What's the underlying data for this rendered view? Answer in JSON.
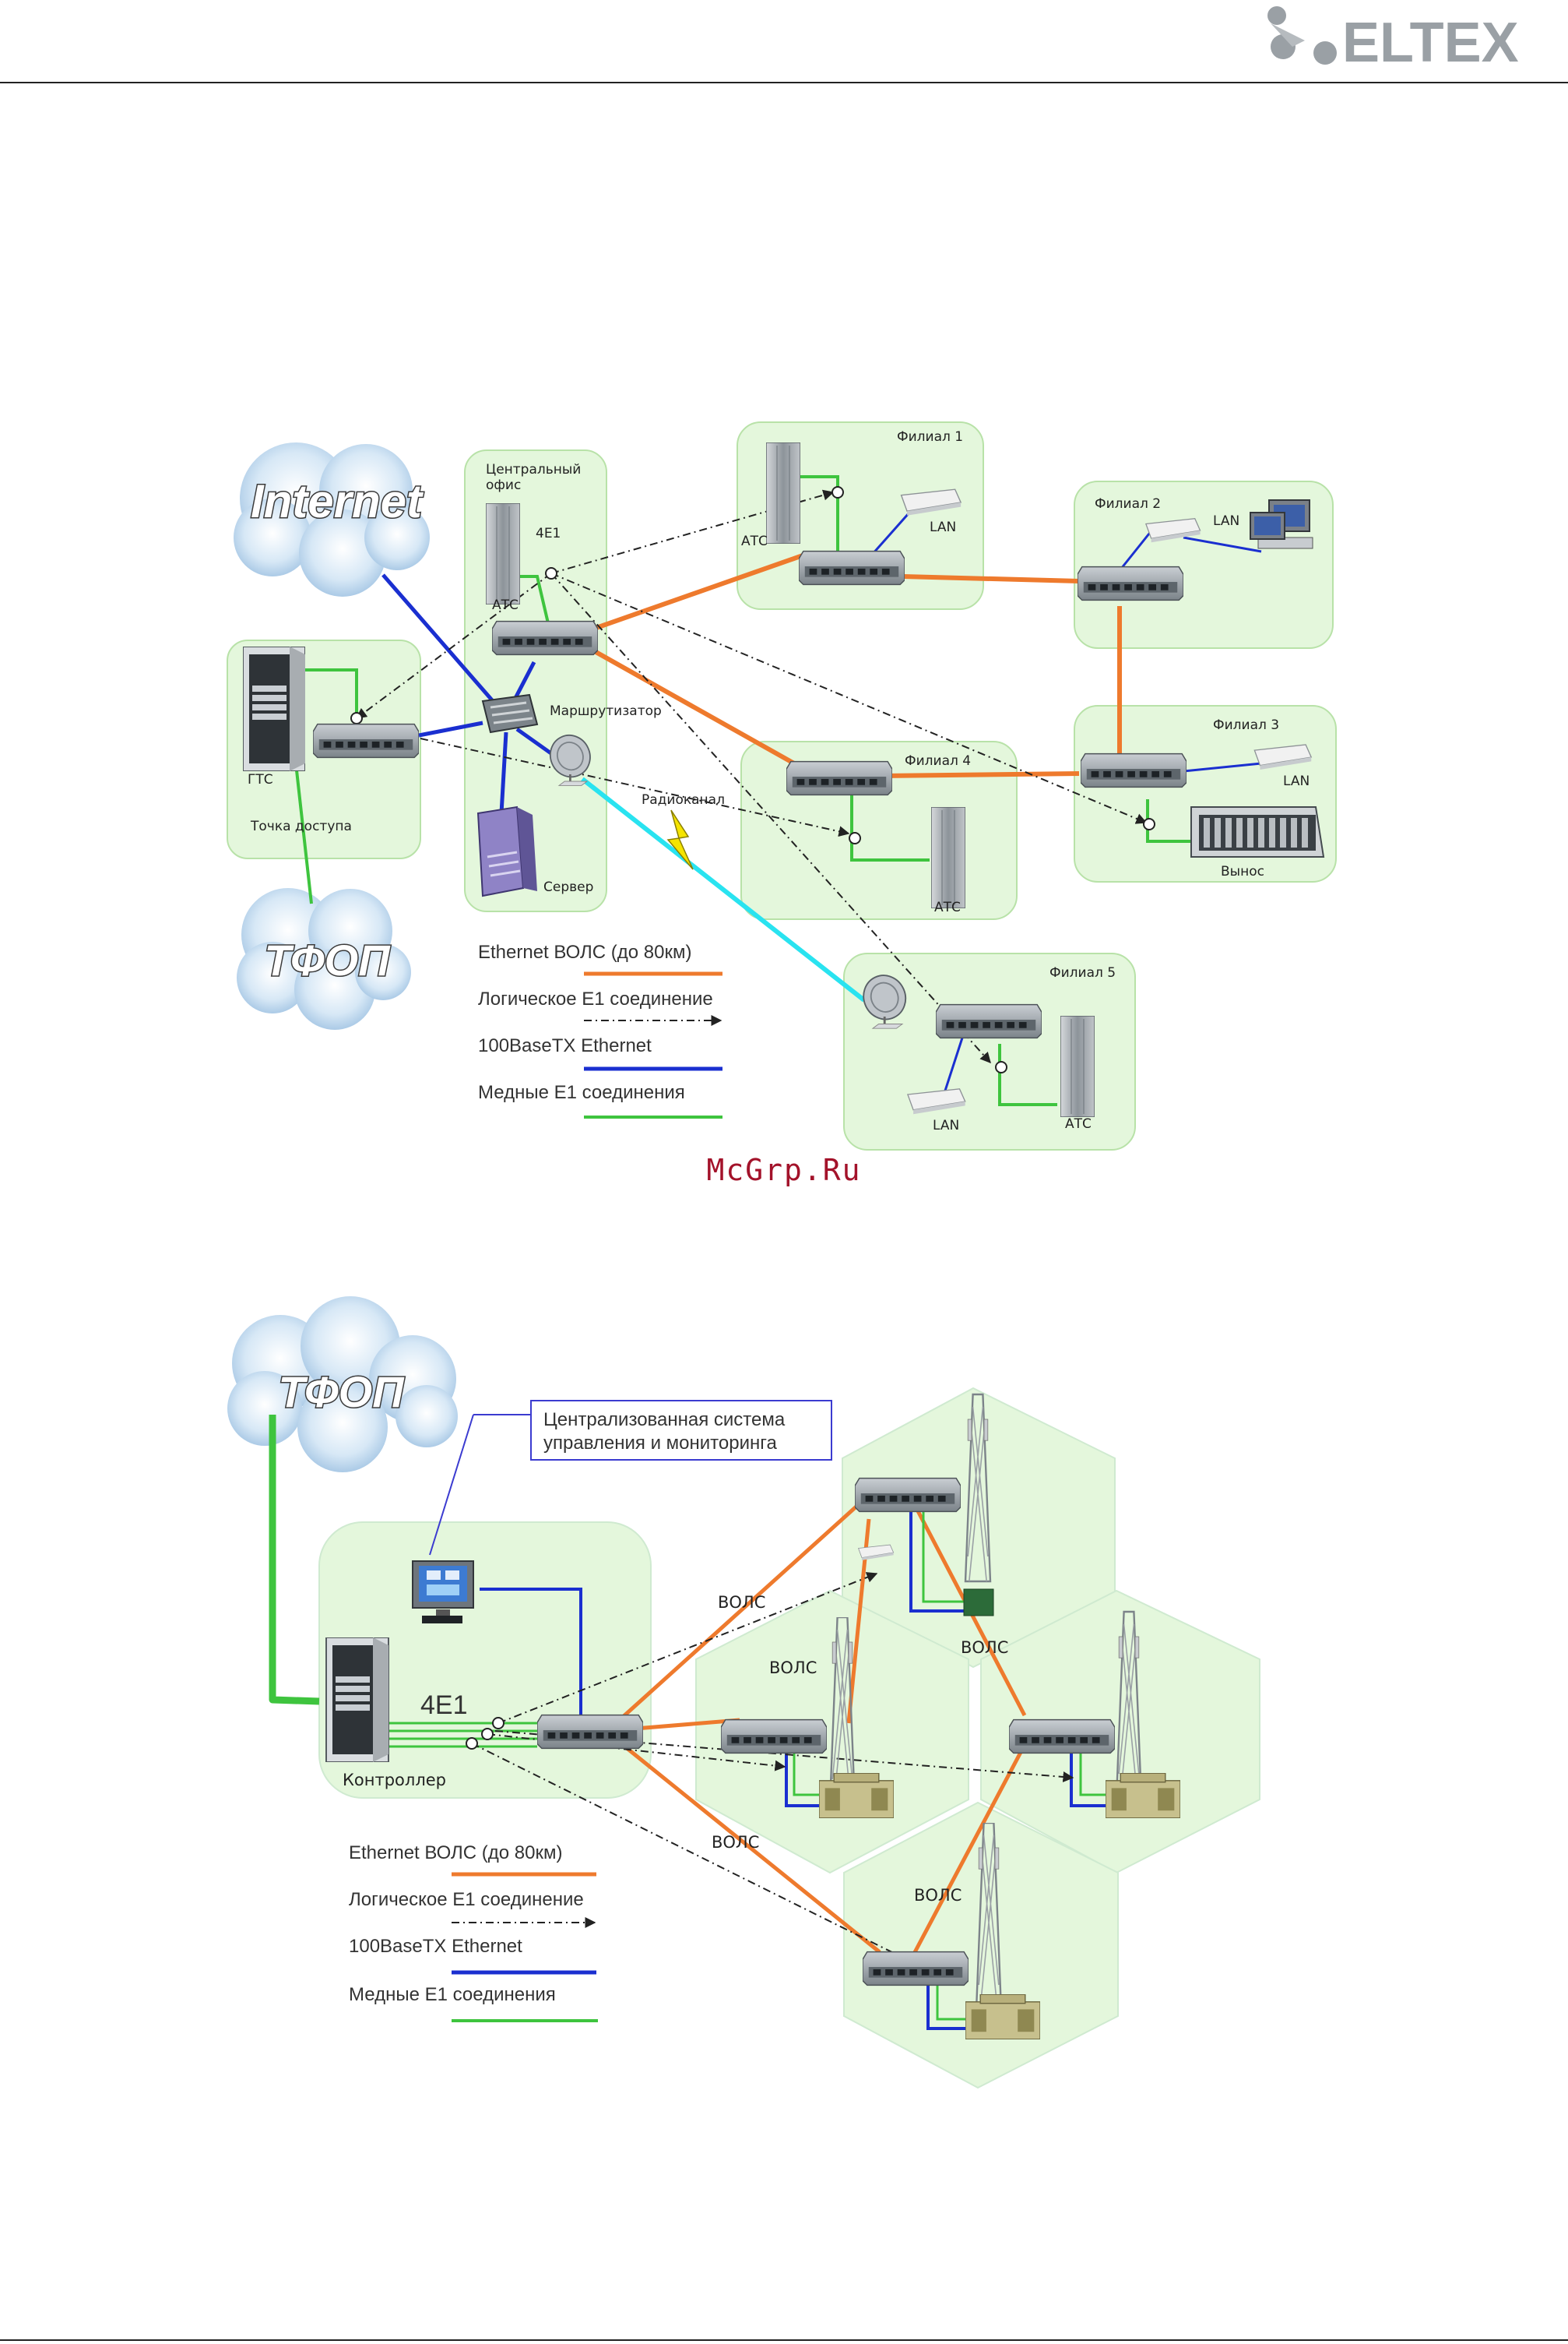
{
  "header": {
    "logo_text": "ELTEX"
  },
  "watermark": "McGrp.Ru",
  "colors": {
    "fiber": "#ee7a2d",
    "logical": "#222222",
    "ethernet": "#1a2fd0",
    "copper": "#3ec43e",
    "radio": "#29e3f0",
    "zone_fill": "#e4f7dc",
    "zone_stroke": "#b8e2a8"
  },
  "diagram1": {
    "clouds": {
      "internet": "Internet",
      "pstn": "ТФОП"
    },
    "central_office": {
      "title_line1": "Центральный",
      "title_line2": "офис",
      "e1": "4E1",
      "atc": "АТС",
      "router": "Маршрутизатор",
      "radio": "Радиоканал",
      "server": "Сервер"
    },
    "access_point": {
      "gts": "ГТС",
      "title": "Точка доступа"
    },
    "branch1": {
      "title": "Филиал 1",
      "atc": "АТС",
      "lan": "LAN"
    },
    "branch2": {
      "title": "Филиал 2",
      "lan": "LAN"
    },
    "branch3": {
      "title": "Филиал 3",
      "lan": "LAN",
      "remote": "Вынос"
    },
    "branch4": {
      "title": "Филиал 4",
      "atc": "АТС"
    },
    "branch5": {
      "title": "Филиал 5",
      "lan": "LAN",
      "atc": "АТС"
    },
    "legend": [
      {
        "label": "Ethernet ВОЛС (до 80км)"
      },
      {
        "label": "Логическое E1 соединение"
      },
      {
        "label": "100BaseTX Ethernet"
      },
      {
        "label": "Медные E1 соединения"
      }
    ]
  },
  "diagram2": {
    "cloud": "ТФОП",
    "callout": {
      "line1": "Централизованная система",
      "line2": "управления и мониторинга"
    },
    "e1": "4E1",
    "controller": "Контроллер",
    "fiber_labels": [
      "ВОЛС",
      "ВОЛС",
      "ВОЛС",
      "ВОЛС",
      "ВОЛС"
    ],
    "legend": [
      {
        "label": "Ethernet ВОЛС (до 80км)"
      },
      {
        "label": "Логическое E1 соединение"
      },
      {
        "label": "100BaseTX Ethernet"
      },
      {
        "label": "Медные E1 соединения"
      }
    ]
  }
}
